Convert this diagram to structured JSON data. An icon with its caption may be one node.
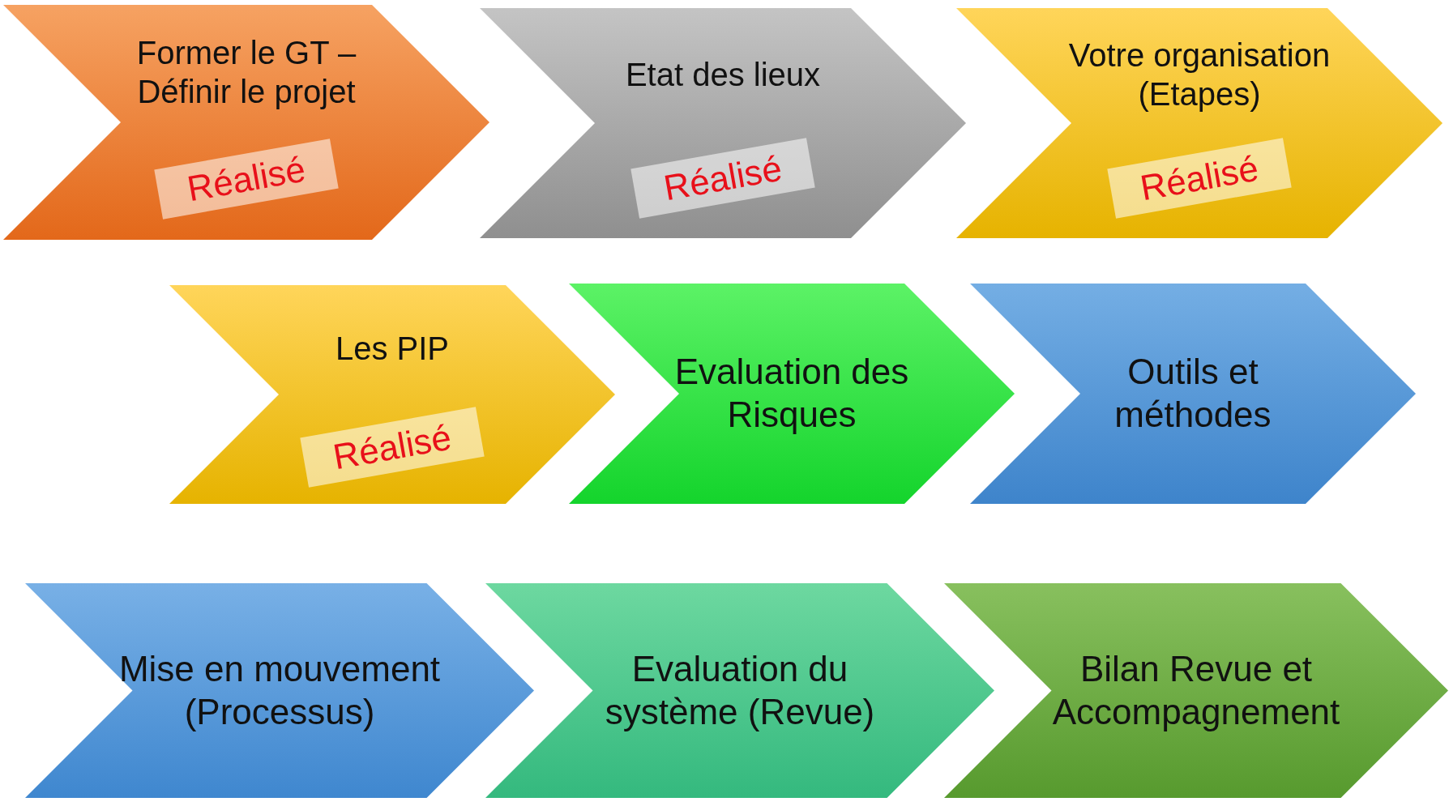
{
  "diagram": {
    "nodes": [
      {
        "text": [
          "Former le GT – Définir le projet"
        ]
      },
      {
        "text": [
          "Réalisé"
        ],
        "in": 0
      },
      {
        "text": [
          "Etat des lieux"
        ]
      },
      {
        "text": [
          "Réalisé"
        ],
        "in": 2
      },
      {
        "text": [
          "Votre organisation (Etapes)"
        ]
      },
      {
        "text": [
          "Réalisé"
        ],
        "in": 4
      },
      {
        "text": [
          "Les PIP"
        ]
      },
      {
        "text": [
          "Réalisé"
        ],
        "in": 6
      },
      {
        "text": [
          "Evaluation des Risques"
        ]
      },
      {
        "text": [
          "Outils et méthodes"
        ]
      },
      {
        "text": [
          "Mise en mouvement (Processus)"
        ]
      },
      {
        "text": [
          "Evaluation du système (Revue)"
        ]
      },
      {
        "text": [
          "Bilan Revue et Accompagnement"
        ]
      }
    ],
    "edges": []
  }
}
